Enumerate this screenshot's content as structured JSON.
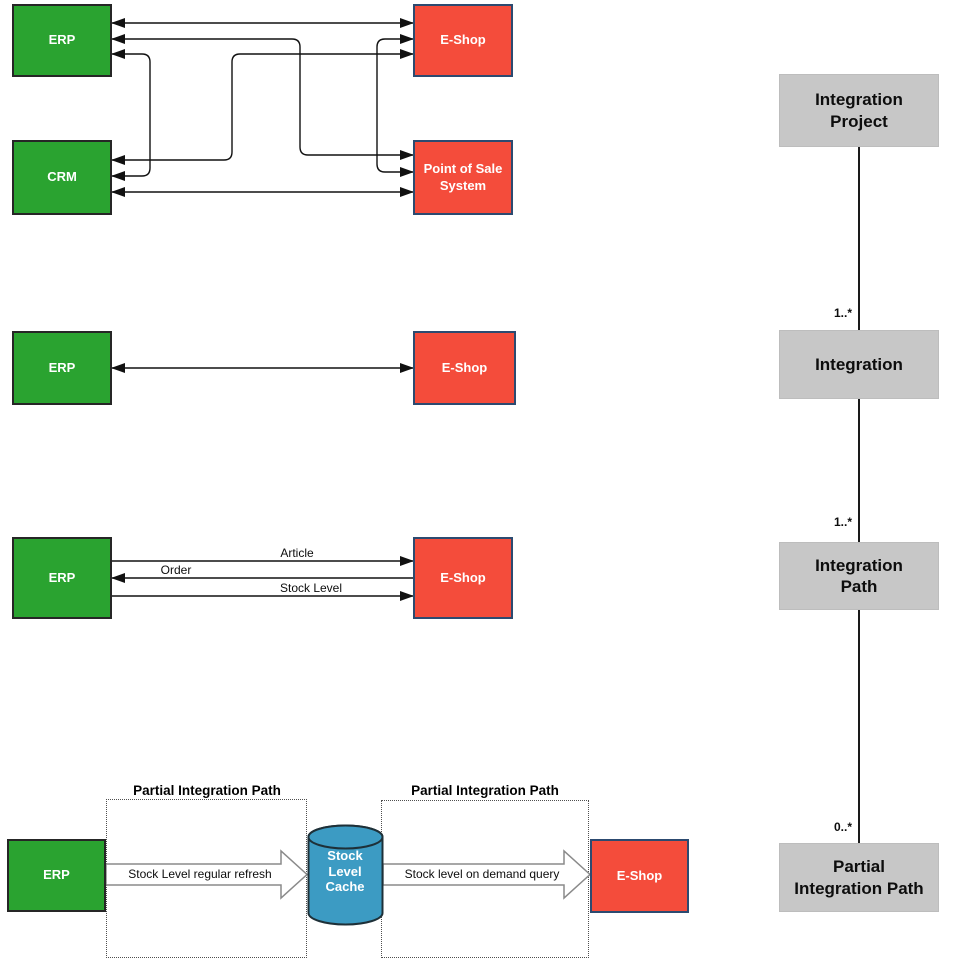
{
  "colors": {
    "system_source_fill": "#2aa330",
    "system_source_border": "#262626",
    "system_target_fill": "#f44c3b",
    "system_target_border": "#2c4a70",
    "cache_fill": "#3c9bc3",
    "cache_border": "#1e3038",
    "hierarchy_fill": "#c7c7c7",
    "wire": "#111111",
    "block_arrow_fill": "#ffffff",
    "block_arrow_border": "#8a8a8a"
  },
  "p2p": {
    "systems": [
      {
        "label": "ERP"
      },
      {
        "label": "CRM"
      },
      {
        "label": "E-Shop"
      },
      {
        "label": "Point of Sale\nSystem"
      }
    ]
  },
  "simple": {
    "left_label": "ERP",
    "right_label": "E-Shop"
  },
  "flows": {
    "left_label": "ERP",
    "right_label": "E-Shop",
    "items": [
      {
        "label": "Article",
        "direction": "left-to-right"
      },
      {
        "label": "Order",
        "direction": "right-to-left"
      },
      {
        "label": "Stock Level",
        "direction": "left-to-right"
      }
    ]
  },
  "partial": {
    "left_title": "Partial Integration Path",
    "right_title": "Partial Integration Path",
    "source_label": "ERP",
    "cache_label": "Stock\nLevel\nCache",
    "target_label": "E-Shop",
    "flow1": "Stock Level regular refresh",
    "flow2": "Stock level on demand query"
  },
  "hierarchy": {
    "levels": [
      {
        "label": "Integration\nProject"
      },
      {
        "label": "Integration",
        "mult": "1..*"
      },
      {
        "label": "Integration\nPath",
        "mult": "1..*"
      },
      {
        "label": "Partial\nIntegration Path",
        "mult": "0..*"
      }
    ]
  }
}
